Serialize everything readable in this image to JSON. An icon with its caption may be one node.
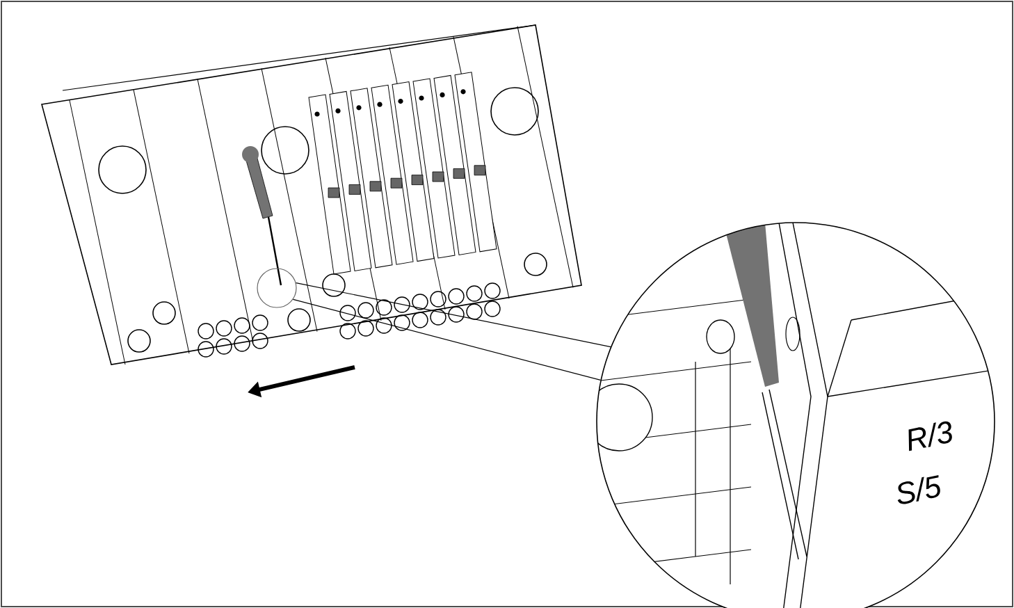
{
  "diagram": {
    "nodes": [
      {
        "text": [],
        "shape": "circle"
      },
      {
        "text": [
          "R/3",
          "S/5"
        ]
      }
    ],
    "edges": [
      {
        "from": 0,
        "to": 1,
        "arrow": "none"
      },
      {
        "from": 0,
        "to": 1,
        "arrow": "none"
      }
    ]
  }
}
